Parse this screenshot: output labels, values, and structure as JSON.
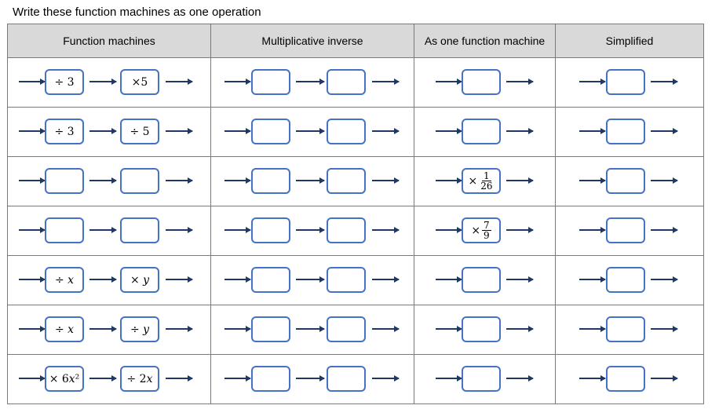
{
  "title": "Write these function machines as one operation",
  "headers": [
    "Function machines",
    "Multiplicative inverse",
    "As one function machine",
    "Simplified"
  ],
  "rows": [
    {
      "fm1": "÷ 3",
      "fm2": "×5",
      "one": ""
    },
    {
      "fm1": "÷ 3",
      "fm2": "÷ 5",
      "one": ""
    },
    {
      "fm1": "",
      "fm2": "",
      "one": "×",
      "one_num": "1",
      "one_den": "26"
    },
    {
      "fm1": "",
      "fm2": "",
      "one": "×",
      "one_num": "7",
      "one_den": "9"
    },
    {
      "fm1": "÷ 𝑥",
      "fm2": "× 𝑦",
      "one": ""
    },
    {
      "fm1": "÷ 𝑥",
      "fm2": "÷ 𝑦",
      "one": ""
    },
    {
      "fm1": "× 6𝑥²",
      "fm2": "÷ 2𝑥",
      "one": ""
    }
  ],
  "colors": {
    "arrow": "#1f3864",
    "box_border": "#4472c4",
    "header_bg": "#d9d9d9"
  }
}
